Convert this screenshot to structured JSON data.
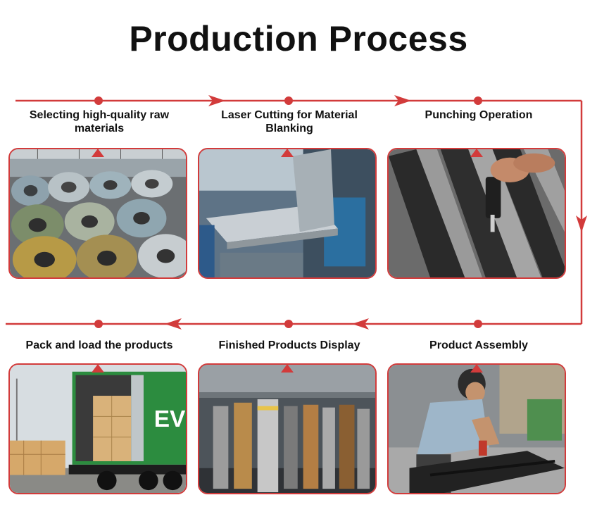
{
  "title": "Production Process",
  "accent_color": "#d23b3b",
  "steps": [
    {
      "label": "Selecting high-quality raw materials",
      "photo": "steel-coils-photo"
    },
    {
      "label": "Laser Cutting for Material Blanking",
      "photo": "sheet-metal-cutting-photo"
    },
    {
      "label": "Punching Operation",
      "photo": "aluminum-profile-punching-photo"
    },
    {
      "label": "Product Assembly",
      "photo": "worker-assembling-photo"
    },
    {
      "label": "Finished Products Display",
      "photo": "bollard-showroom-photo"
    },
    {
      "label": "Pack and load the products",
      "photo": "container-loading-photo"
    }
  ],
  "photo_text": {
    "container": "EV"
  }
}
